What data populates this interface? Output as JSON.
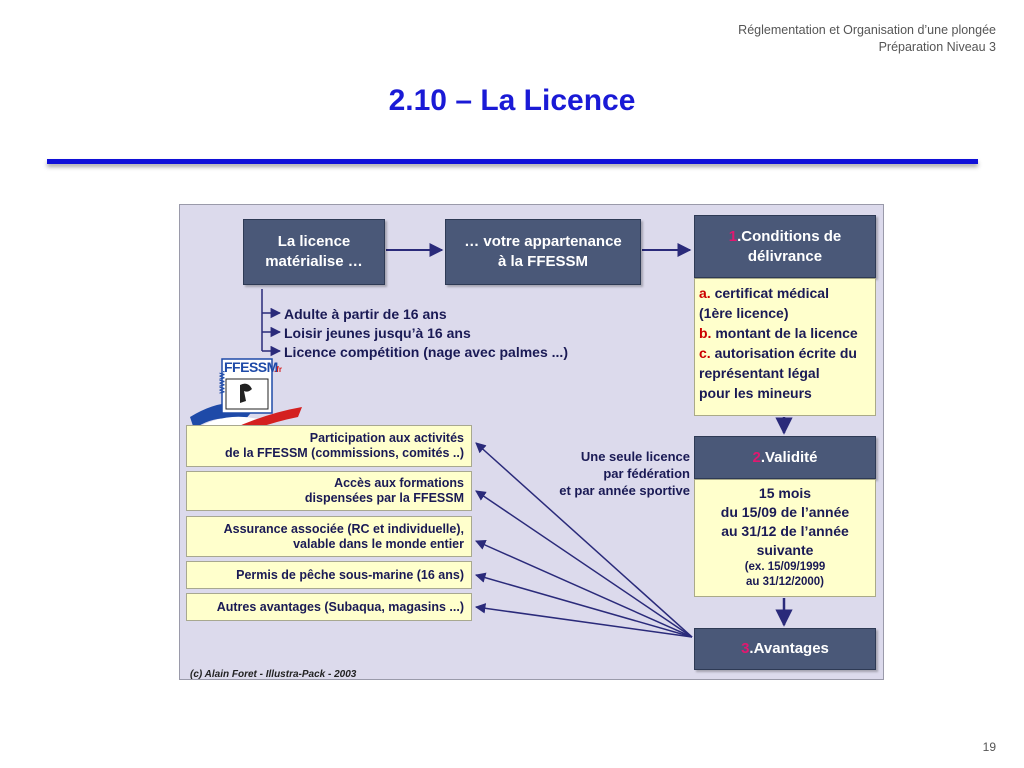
{
  "header": {
    "line1": "Réglementation et Organisation d’une plongée",
    "line2": "Préparation Niveau 3"
  },
  "title": "2.10 – La Licence",
  "page_number": "19",
  "diagram": {
    "box_materialise": [
      "La licence",
      "matérialise …"
    ],
    "box_appartenance": [
      "… votre appartenance",
      "à la FFESSM"
    ],
    "conditions": {
      "number": "1",
      "title_line1": ".Conditions de",
      "title_line2": "délivrance",
      "items": [
        {
          "mark": "a.",
          "text": " certificat médical"
        },
        {
          "mark": "",
          "text": "(1ère licence)"
        },
        {
          "mark": "b.",
          "text": " montant de la licence"
        },
        {
          "mark": "c.",
          "text": " autorisation écrite du"
        },
        {
          "mark": "",
          "text": "représentant légal"
        },
        {
          "mark": "",
          "text": "pour les mineurs"
        }
      ]
    },
    "licence_types": [
      "Adulte à partir de 16 ans",
      "Loisir jeunes jusqu’à 16 ans",
      "Licence compétition (nage avec palmes ...)"
    ],
    "logo": {
      "text": "FFESSM",
      "side_text": "www.",
      "suffix": ".fr",
      "colors": {
        "blue": "#1e4aa8",
        "red": "#d42020"
      }
    },
    "benefits": [
      [
        "Participation aux activités",
        "de la FFESSM (commissions, comités ..)"
      ],
      [
        "Accès aux formations",
        "dispensées par la FFESSM"
      ],
      [
        "Assurance associée (RC et individuelle),",
        "valable dans le monde entier"
      ],
      [
        "Permis de pêche sous-marine (16 ans)"
      ],
      [
        "Autres avantages (Subaqua, magasins ...)"
      ]
    ],
    "seule_licence": [
      "Une seule licence",
      "par fédération",
      "et par année sportive"
    ],
    "validite": {
      "number": "2",
      "title": ".Validité",
      "lines": [
        "15 mois",
        "du 15/09 de l’année",
        "au 31/12 de l’année",
        "suivante"
      ],
      "example": [
        "(ex. 15/09/1999",
        "au 31/12/2000)"
      ]
    },
    "avantages": {
      "number": "3",
      "title": ".Avantages"
    },
    "credit": "(c) Alain Foret - Illustra-Pack - 2003",
    "colors": {
      "dark_box": "#4a5878",
      "pale_box": "#ffffcc",
      "background": "#dcdaec",
      "arrow": "#2a2a7a",
      "number_accent": "#e01870",
      "letter_accent": "#cc0000",
      "title_blue": "#1a1ad6"
    }
  }
}
